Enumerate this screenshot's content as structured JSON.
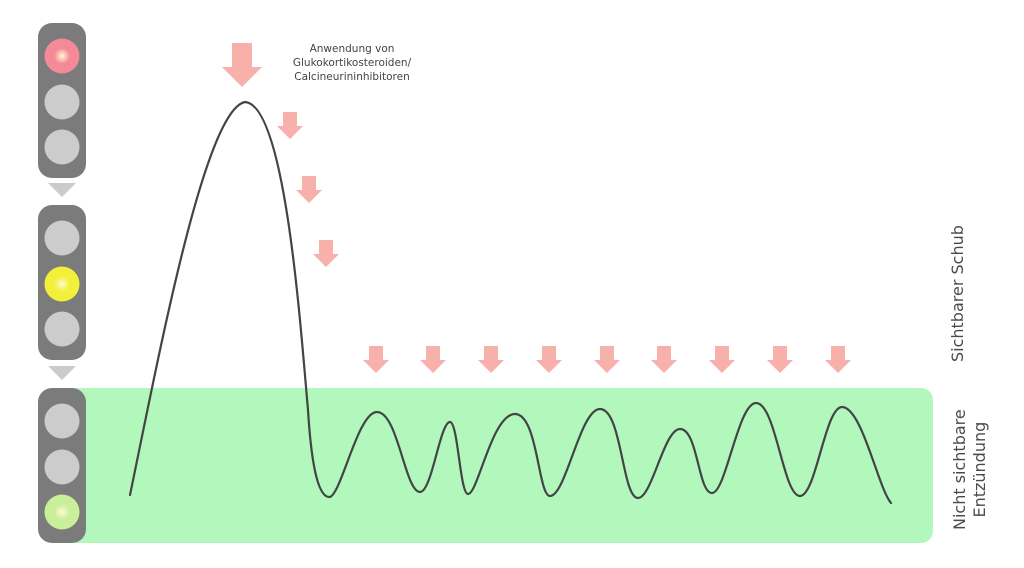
{
  "annotation": {
    "line1": "Anwendung von",
    "line2": "Glukokortikosteroiden/",
    "line3": "Calcineurininhibitoren"
  },
  "labels": {
    "visible_flare": "Sichtbarer Schub",
    "invisible_line1": "Nicht sichtbare",
    "invisible_line2": "Entzündung"
  },
  "traffic_lights": [
    {
      "active": "red",
      "active_color": "#f48a98"
    },
    {
      "active": "yellow",
      "active_color": "#f3f03a"
    },
    {
      "active": "green",
      "active_color": "#c9ef9a"
    }
  ],
  "colors": {
    "zone": "#b2f8bd",
    "arrow": "#f7b0aa",
    "curve": "#444444",
    "housing": "#7b7b7b",
    "lamp_off": "#cccccc",
    "connector": "#cbcbcb"
  }
}
